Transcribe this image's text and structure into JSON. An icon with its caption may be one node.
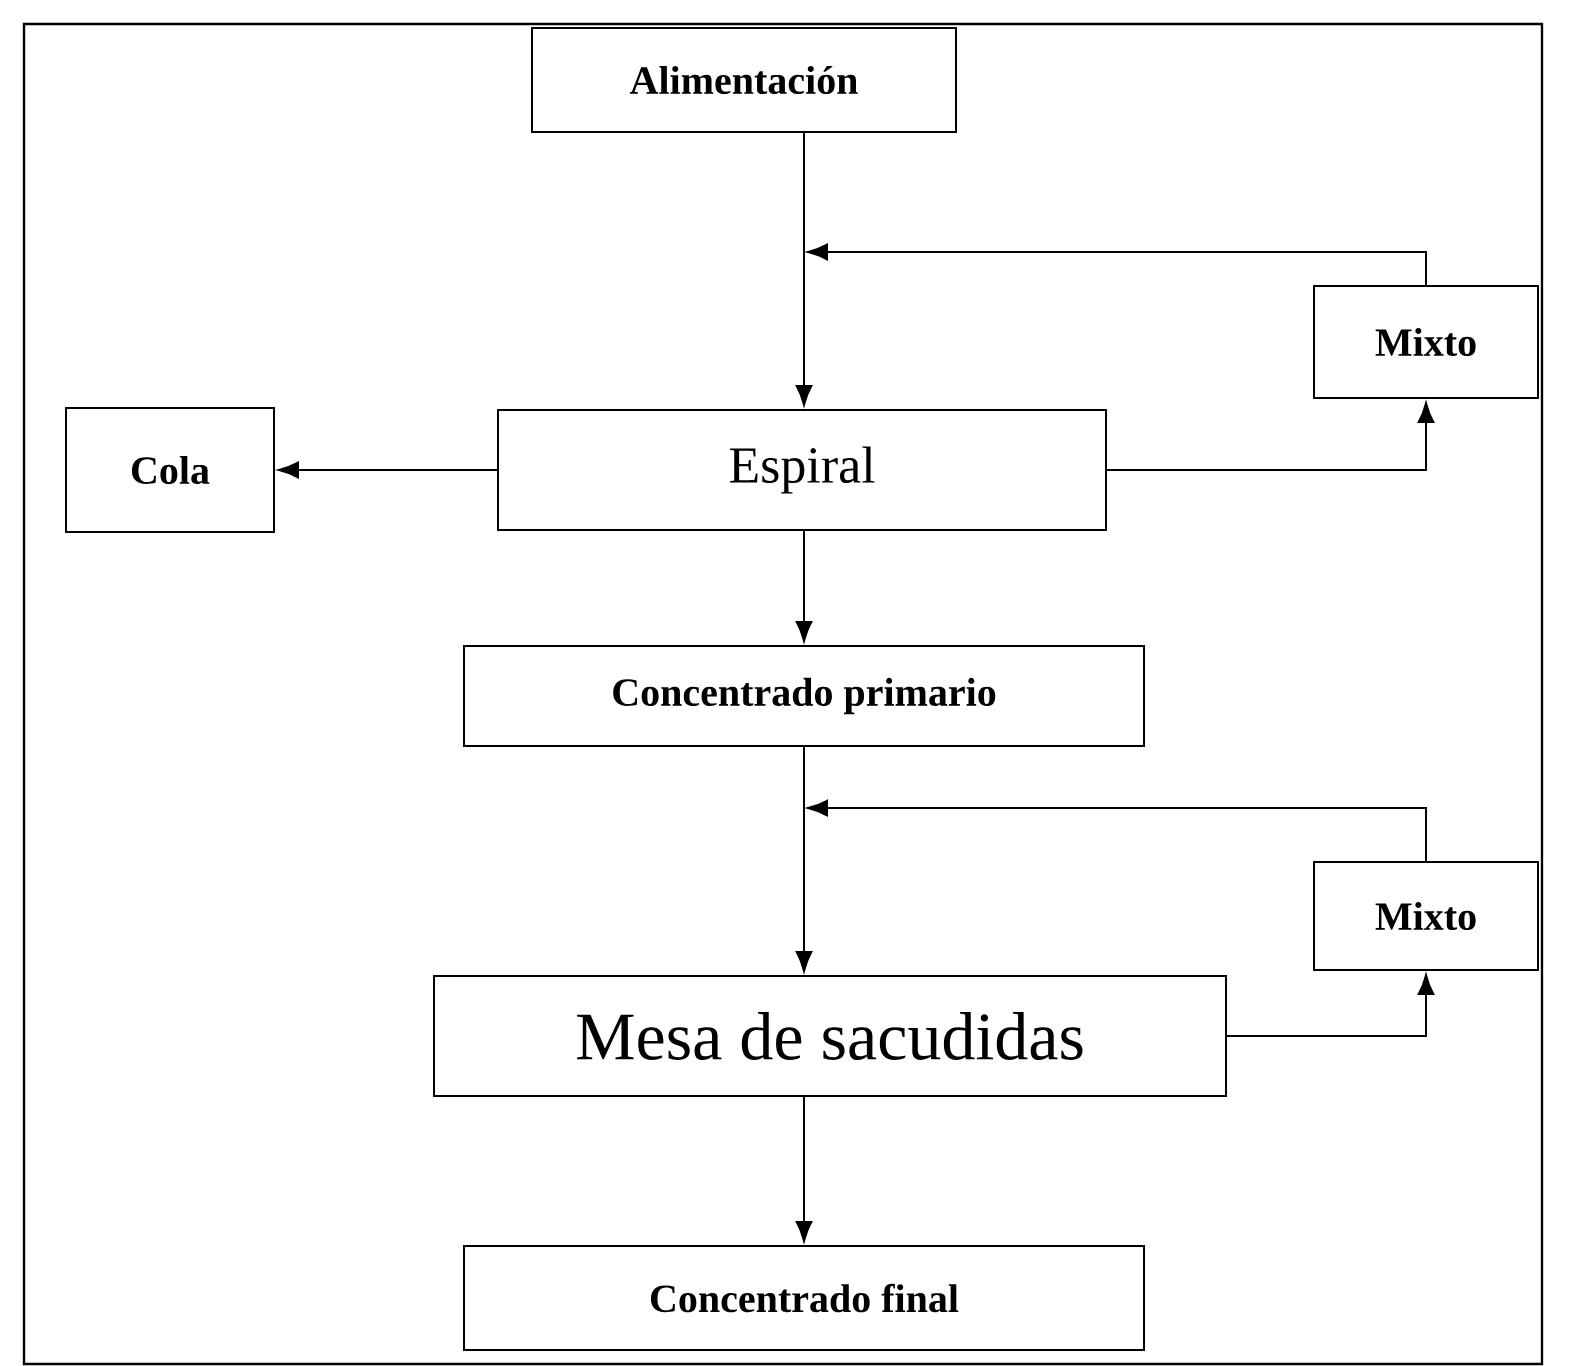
{
  "diagram": {
    "nodes": [
      {
        "text": [
          "Alimentación"
        ]
      },
      {
        "text": [
          "Mixto"
        ]
      },
      {
        "text": [
          "Cola"
        ]
      },
      {
        "text": [
          "Espiral"
        ]
      },
      {
        "text": [
          "Concentrado primario"
        ]
      },
      {
        "text": [
          "Mixto"
        ]
      },
      {
        "text": [
          "Mesa de sacudidas"
        ]
      },
      {
        "text": [
          "Concentrado final"
        ]
      }
    ],
    "edges": [
      {
        "from": 0,
        "to": 3,
        "arrow": "to"
      },
      {
        "from": 1,
        "to": null,
        "arrow": "to"
      },
      {
        "from": 3,
        "to": 2,
        "arrow": "to"
      },
      {
        "from": 3,
        "to": 1,
        "arrow": "to"
      },
      {
        "from": 3,
        "to": 4,
        "arrow": "to"
      },
      {
        "from": 4,
        "to": 6,
        "arrow": "to"
      },
      {
        "from": 5,
        "to": null,
        "arrow": "to"
      },
      {
        "from": 6,
        "to": 5,
        "arrow": "to"
      },
      {
        "from": 6,
        "to": 7,
        "arrow": "to"
      }
    ]
  }
}
